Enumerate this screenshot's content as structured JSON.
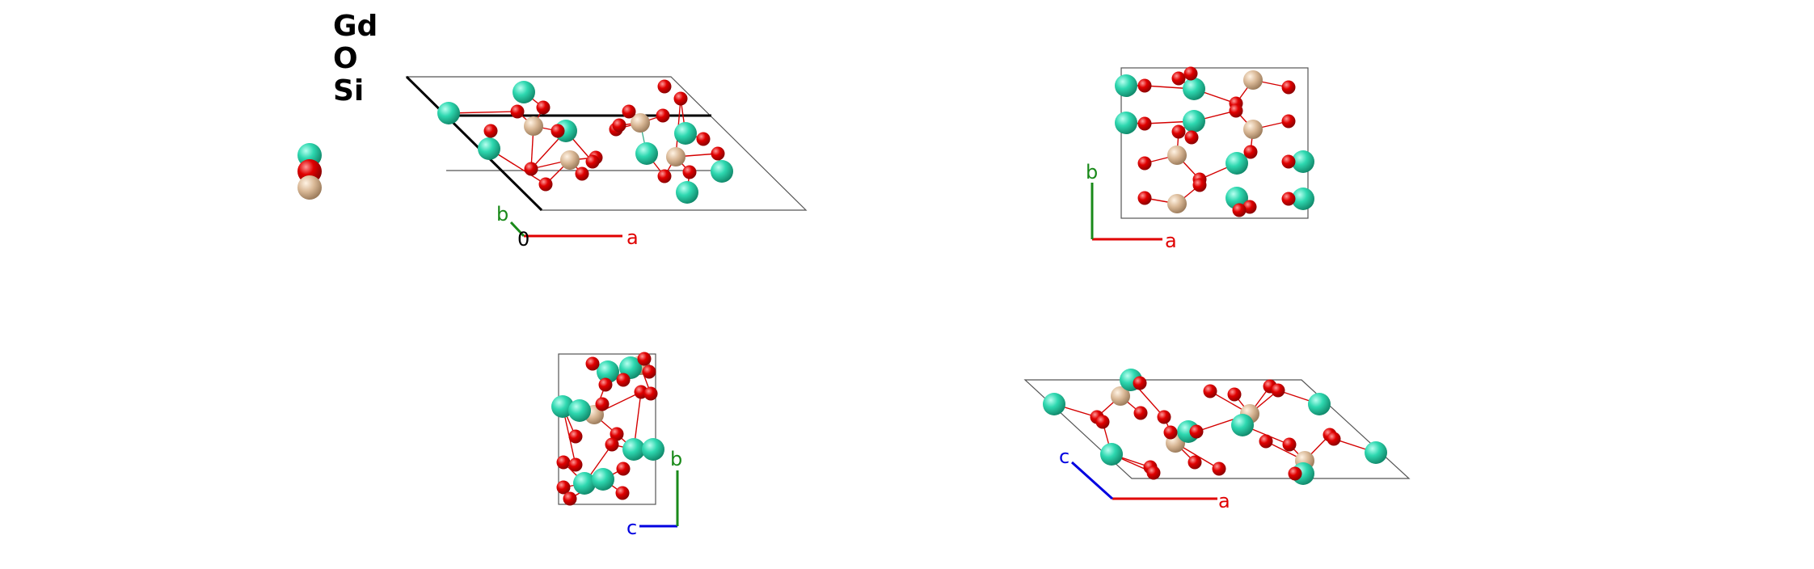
{
  "legend": {
    "elements": [
      {
        "symbol": "Gd",
        "color": "#2ed8b0"
      },
      {
        "symbol": "O",
        "color": "#e00000"
      },
      {
        "symbol": "Si",
        "color": "#d9b896"
      }
    ]
  },
  "views": [
    {
      "axes": [
        {
          "label": "b",
          "color": "#1a8a1a"
        },
        {
          "label": "0",
          "color": "#000000"
        },
        {
          "label": "a",
          "color": "#e00000"
        }
      ]
    },
    {
      "axes": [
        {
          "label": "b",
          "color": "#1a8a1a"
        },
        {
          "label": "a",
          "color": "#e00000"
        }
      ]
    },
    {
      "axes": [
        {
          "label": "b",
          "color": "#1a8a1a"
        },
        {
          "label": "c",
          "color": "#0000e0"
        }
      ]
    },
    {
      "axes": [
        {
          "label": "c",
          "color": "#0000e0"
        },
        {
          "label": "a",
          "color": "#e00000"
        }
      ]
    }
  ],
  "colors": {
    "gd": "#2ed8b0",
    "o": "#e00000",
    "si": "#d9b896",
    "cell": "#555555"
  }
}
